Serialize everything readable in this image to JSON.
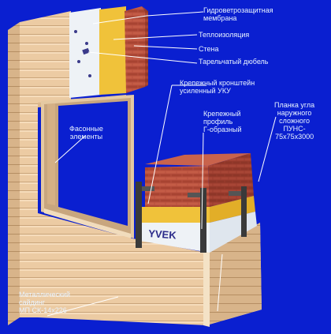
{
  "labels": {
    "membrane": [
      "Гидроветрозащитная",
      "мембрана"
    ],
    "insulation": "Теплоизоляция",
    "wall": "Стена",
    "dowel": "Тарельчатый дюбель",
    "bracket": [
      "Крепежный кронштейн",
      "усиленный УКУ"
    ],
    "profile": [
      "Крепежный",
      "профиль",
      "Г-образный"
    ],
    "corner_strip": [
      "Планка угла",
      "наружного",
      "сложного",
      "ПУНС-",
      "75х75х3000"
    ],
    "facade_elements": [
      "Фасонные",
      "элементы"
    ],
    "siding": [
      "Металлический",
      "сайдинг",
      "МП СК-14х226"
    ]
  },
  "membrane_print": "YVEK",
  "colors": {
    "background": "#0a1fd0",
    "siding": "#e8c8a0",
    "brick": "#b54a3a",
    "insulation": "#f0c23a",
    "membrane": "#eef2f6",
    "label_text": "#e8f3ff"
  }
}
